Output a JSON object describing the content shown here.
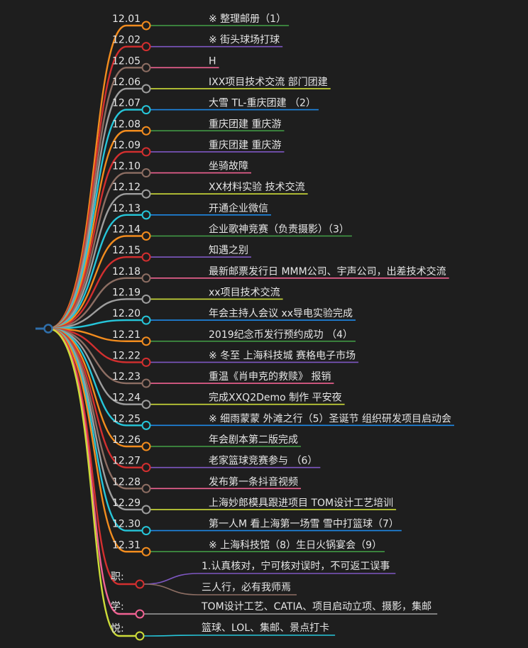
{
  "colors": {
    "background": "#1e1e1e",
    "root_color": "#2f6fab",
    "text": "#e6e6e6",
    "palette": [
      "#f28c1e",
      "#d32f2f",
      "#8d6e63",
      "#9e9e9e",
      "#26c6da"
    ]
  },
  "nodes": [
    {
      "label": "12.01",
      "child": "※ 整理邮册（1）",
      "color": "#f28c1e",
      "line": "#43a047"
    },
    {
      "label": "12.02",
      "child": "※ 街头球场打球",
      "color": "#d32f2f",
      "line": "#7e57c2"
    },
    {
      "label": "12.05",
      "child": "H",
      "color": "#8d6e63",
      "line": "#f06292"
    },
    {
      "label": "12.06",
      "child": "IXX项目技术交流 部门团建",
      "color": "#9e9e9e",
      "line": "#cddc39"
    },
    {
      "label": "12.07",
      "child": "大雪 TL-重庆团建 （2）",
      "color": "#26c6da",
      "line": "#1e88e5"
    },
    {
      "label": "12.08",
      "child": "重庆团建 重庆游",
      "color": "#f28c1e",
      "line": "#43a047"
    },
    {
      "label": "12.09",
      "child": "重庆团建 重庆游",
      "color": "#d32f2f",
      "line": "#7e57c2"
    },
    {
      "label": "12.10",
      "child": "坐骑故障",
      "color": "#8d6e63",
      "line": "#f06292"
    },
    {
      "label": "12.12",
      "child": "XX材料实验 技术交流",
      "color": "#9e9e9e",
      "line": "#cddc39"
    },
    {
      "label": "12.13",
      "child": "开通企业微信",
      "color": "#26c6da",
      "line": "#1e88e5"
    },
    {
      "label": "12.14",
      "child": "企业歌神竞赛（负责摄影）（3）",
      "color": "#f28c1e",
      "line": "#43a047"
    },
    {
      "label": "12.15",
      "child": "知遇之别",
      "color": "#d32f2f",
      "line": "#7e57c2"
    },
    {
      "label": "12.18",
      "child": "最新邮票发行日 MMM公司、宇声公司，出差技术交流",
      "color": "#8d6e63",
      "line": "#f06292"
    },
    {
      "label": "12.19",
      "child": "xx项目技术交流",
      "color": "#9e9e9e",
      "line": "#cddc39"
    },
    {
      "label": "12.20",
      "child": "年会主持人会议 xx导电实验完成",
      "color": "#26c6da",
      "line": "#1e88e5"
    },
    {
      "label": "12.21",
      "child": "2019纪念币发行预约成功 （4）",
      "color": "#f28c1e",
      "line": "#43a047"
    },
    {
      "label": "12.22",
      "child": "※ 冬至 上海科技城 赛格电子市场",
      "color": "#d32f2f",
      "line": "#7e57c2"
    },
    {
      "label": "12.23",
      "child": "重温《肖申克的救赎》 报销",
      "color": "#8d6e63",
      "line": "#f06292"
    },
    {
      "label": "12.24",
      "child": "完成XXQ2Demo 制作 平安夜",
      "color": "#9e9e9e",
      "line": "#cddc39"
    },
    {
      "label": "12.25",
      "child": "※ 细雨蒙蒙 外滩之行（5）圣诞节 组织研发项目启动会",
      "color": "#26c6da",
      "line": "#1e88e5"
    },
    {
      "label": "12.26",
      "child": "年会剧本第二版完成",
      "color": "#f28c1e",
      "line": "#43a047"
    },
    {
      "label": "12.27",
      "child": "老家篮球竞赛参与 （6）",
      "color": "#d32f2f",
      "line": "#7e57c2"
    },
    {
      "label": "12.28",
      "child": "发布第一条抖音视频",
      "color": "#8d6e63",
      "line": "#f06292"
    },
    {
      "label": "12.29",
      "child": "上海妙郎模具跟进项目 TOM设计工艺培训",
      "color": "#9e9e9e",
      "line": "#cddc39"
    },
    {
      "label": "12.30",
      "child": "第一人M 看上海第一场雪 雪中打篮球（7）",
      "color": "#26c6da",
      "line": "#1e88e5"
    },
    {
      "label": "12.31",
      "child": "※ 上海科技馆（8）生日火锅宴会（9）",
      "color": "#f28c1e",
      "line": "#43a047"
    }
  ],
  "categories": [
    {
      "label": "职:",
      "color": "#d32f2f",
      "children": [
        {
          "text": "1.认真核对，宁可核对误时，不可返工误事",
          "line": "#7e57c2"
        },
        {
          "text": "三人行，必有我师焉",
          "line": "#8d6e63"
        }
      ]
    },
    {
      "label": "学:",
      "color": "#f06292",
      "children": [
        {
          "text": "TOM设计工艺、CATIA、项目启动立项、摄影，集邮",
          "line": "#9e9e9e"
        }
      ]
    },
    {
      "label": "悦:",
      "color": "#cddc39",
      "children": [
        {
          "text": "篮球、LOL、集邮、景点打卡",
          "line": "#26c6da"
        }
      ]
    }
  ]
}
